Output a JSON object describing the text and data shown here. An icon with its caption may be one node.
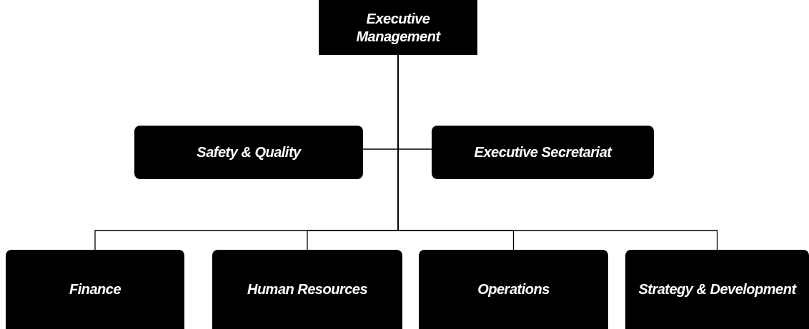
{
  "diagram": {
    "nodes": [
      {
        "text": [
          "Executive Management"
        ]
      },
      {
        "text": [
          "Safety & Quality"
        ]
      },
      {
        "text": [
          "Executive Secretariat"
        ]
      },
      {
        "text": [
          "Finance"
        ]
      },
      {
        "text": [
          "Human Resources"
        ]
      },
      {
        "text": [
          "Operations"
        ]
      },
      {
        "text": [
          "Strategy & Development"
        ]
      }
    ],
    "edges": [
      {
        "from": 0,
        "to": 1,
        "arrow": "none"
      },
      {
        "from": 0,
        "to": 2,
        "arrow": "none"
      },
      {
        "from": 0,
        "to": 3,
        "arrow": "none"
      },
      {
        "from": 0,
        "to": 4,
        "arrow": "none"
      },
      {
        "from": 0,
        "to": 5,
        "arrow": "none"
      },
      {
        "from": 0,
        "to": 6,
        "arrow": "none"
      }
    ]
  }
}
